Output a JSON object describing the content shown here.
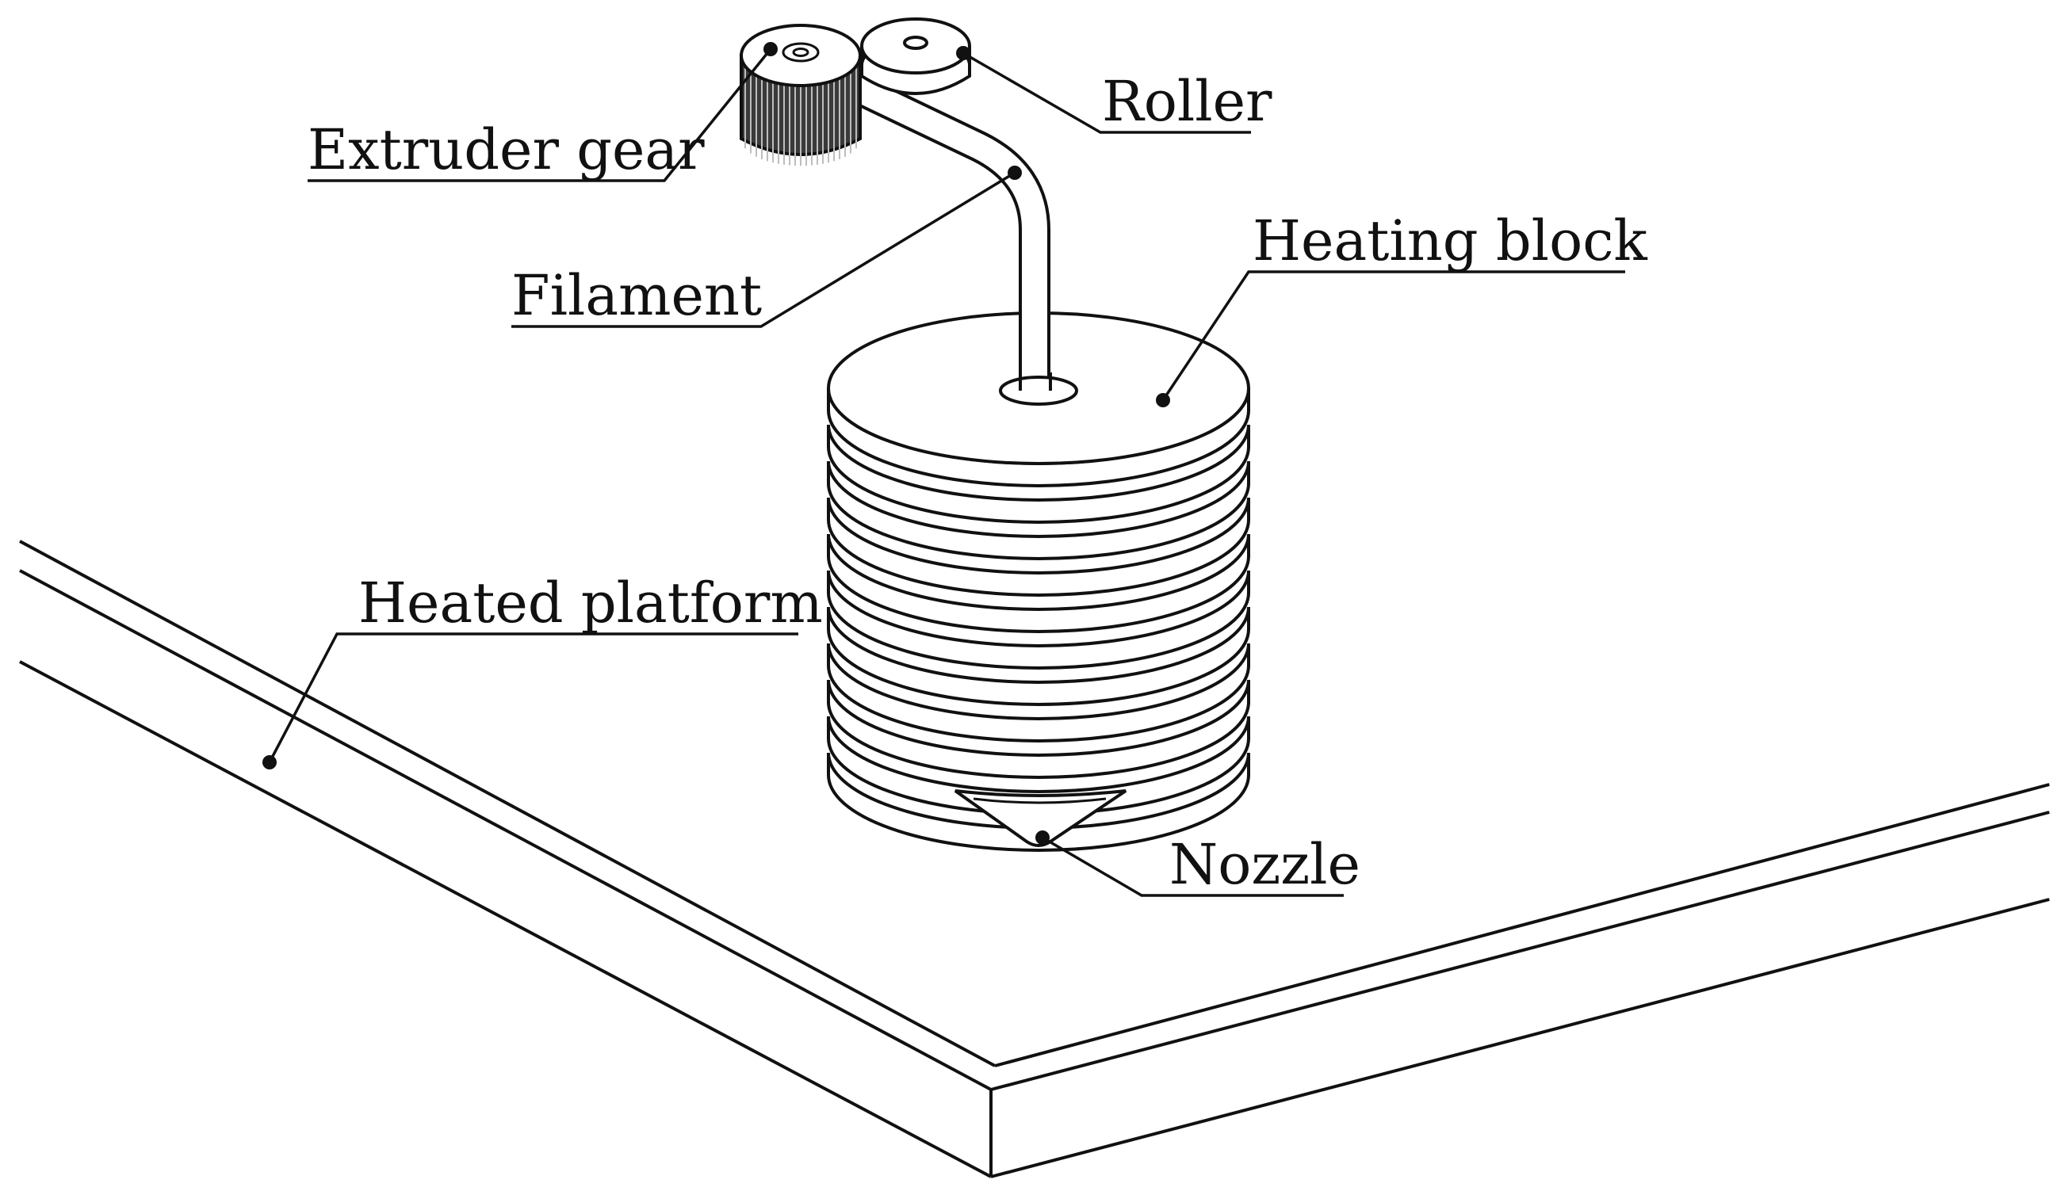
{
  "diagram": {
    "labels": {
      "extruder_gear": "Extruder gear",
      "roller": "Roller",
      "filament": "Filament",
      "heating_block": "Heating block",
      "heated_platform": "Heated platform",
      "nozzle": "Nozzle"
    },
    "colors": {
      "ink": "#111111",
      "background": "#ffffff",
      "gear_fill": "#3a3a3a"
    }
  }
}
